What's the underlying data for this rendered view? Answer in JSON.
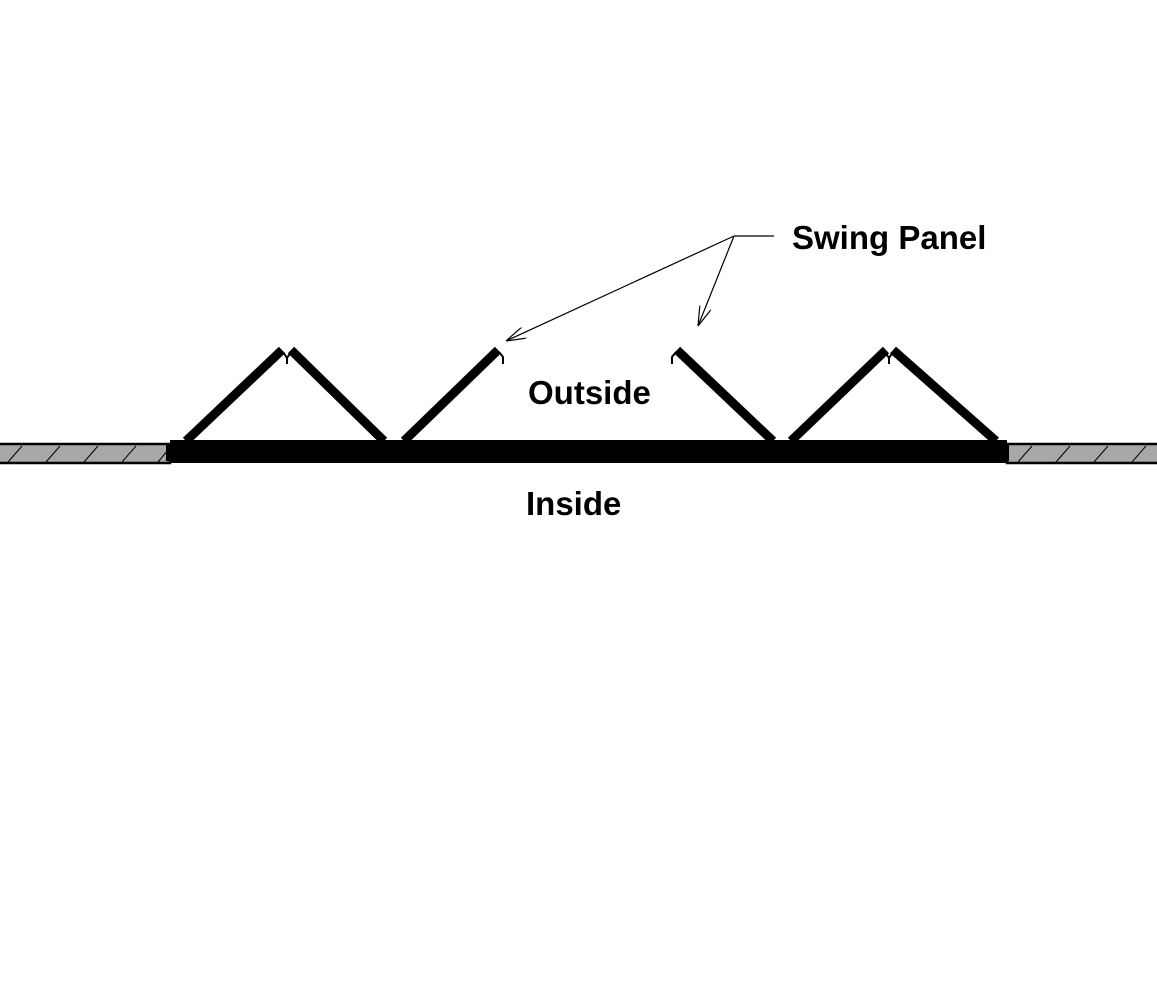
{
  "labels": {
    "swing_panel": "Swing Panel",
    "outside": "Outside",
    "inside": "Inside"
  },
  "colors": {
    "line": "#000000",
    "wall_fill": "#a8a8a8",
    "background": "#ffffff"
  }
}
